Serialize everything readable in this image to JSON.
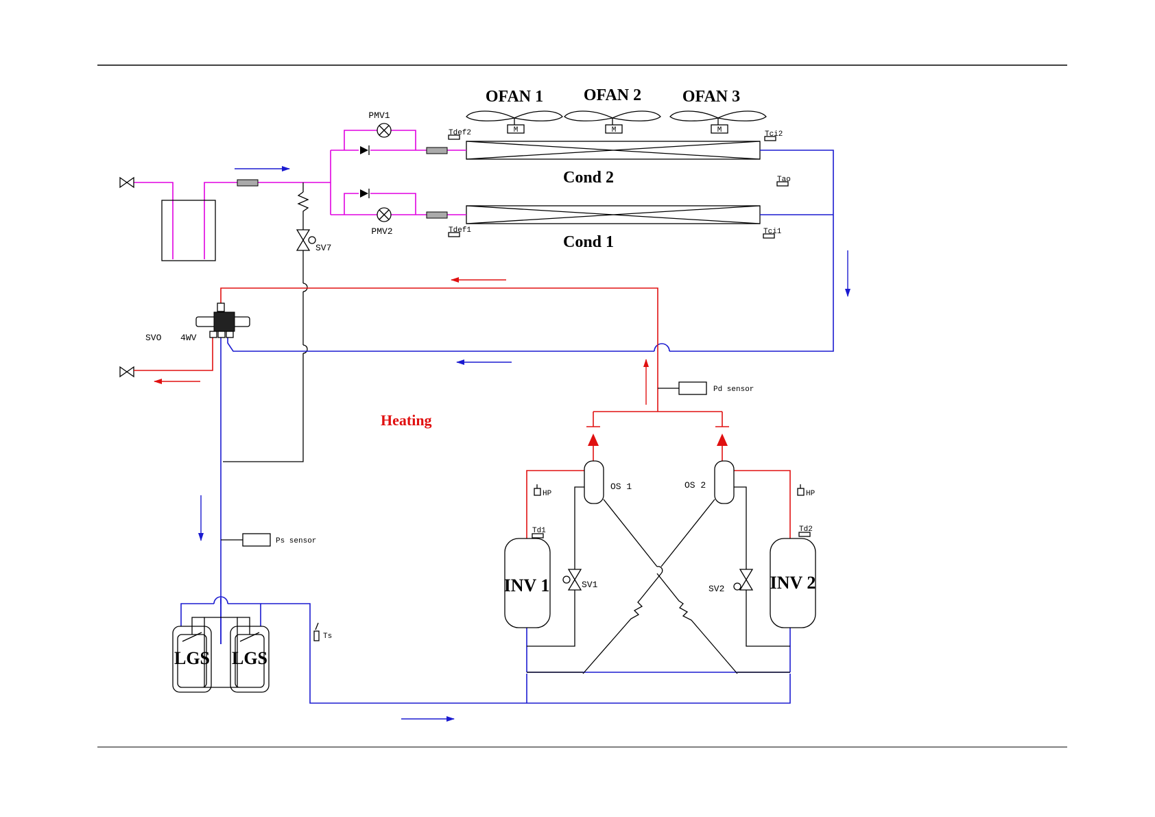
{
  "mode_label": "Heating",
  "colors": {
    "liquid": "#e000e0",
    "gas_low": "#1a1ad0",
    "gas_high": "#e01010",
    "mode": "#e01010"
  },
  "fans": [
    "OFAN 1",
    "OFAN 2",
    "OFAN 3"
  ],
  "fan_motor_label": "M",
  "condensers": {
    "cond2": "Cond 2",
    "cond1": "Cond 1"
  },
  "valves": {
    "pmv1": "PMV1",
    "pmv2": "PMV2",
    "sv7": "SV7",
    "sv0": "SVO",
    "fourway": "4WV",
    "sv1": "SV1",
    "sv2": "SV2"
  },
  "sensors": {
    "tdef2": "Tdef2",
    "tdef1": "Tdef1",
    "tci2": "Tci2",
    "tci1": "Tci1",
    "tao": "Tao",
    "pd": "Pd sensor",
    "ps": "Ps sensor",
    "ts": "Ts",
    "hp1": "HP",
    "hp2": "HP",
    "td1": "Td1",
    "td2": "Td2"
  },
  "components": {
    "os1": "OS 1",
    "os2": "OS 2",
    "inv1": "INV 1",
    "inv2": "INV 2",
    "lgs1": "LGS",
    "lgs2": "LGS"
  }
}
